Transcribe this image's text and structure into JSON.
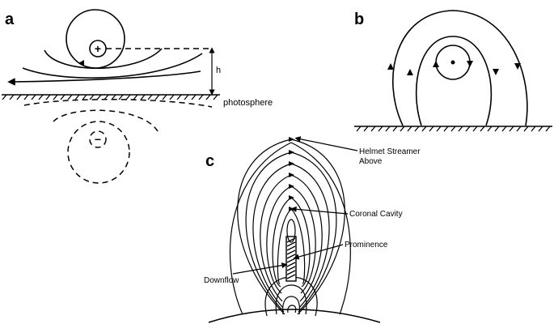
{
  "panels": {
    "a": {
      "letter": "a",
      "h_label": "h",
      "surface_label": "photosphere",
      "plus_symbol": "+",
      "minus_symbol": "−"
    },
    "b": {
      "letter": "b"
    },
    "c": {
      "letter": "c",
      "labels": {
        "helmet_line1": "Helmet Streamer",
        "helmet_line2": "Above",
        "cavity": "Coronal Cavity",
        "prominence": "Prominence",
        "downflow": "Downflow"
      }
    }
  }
}
